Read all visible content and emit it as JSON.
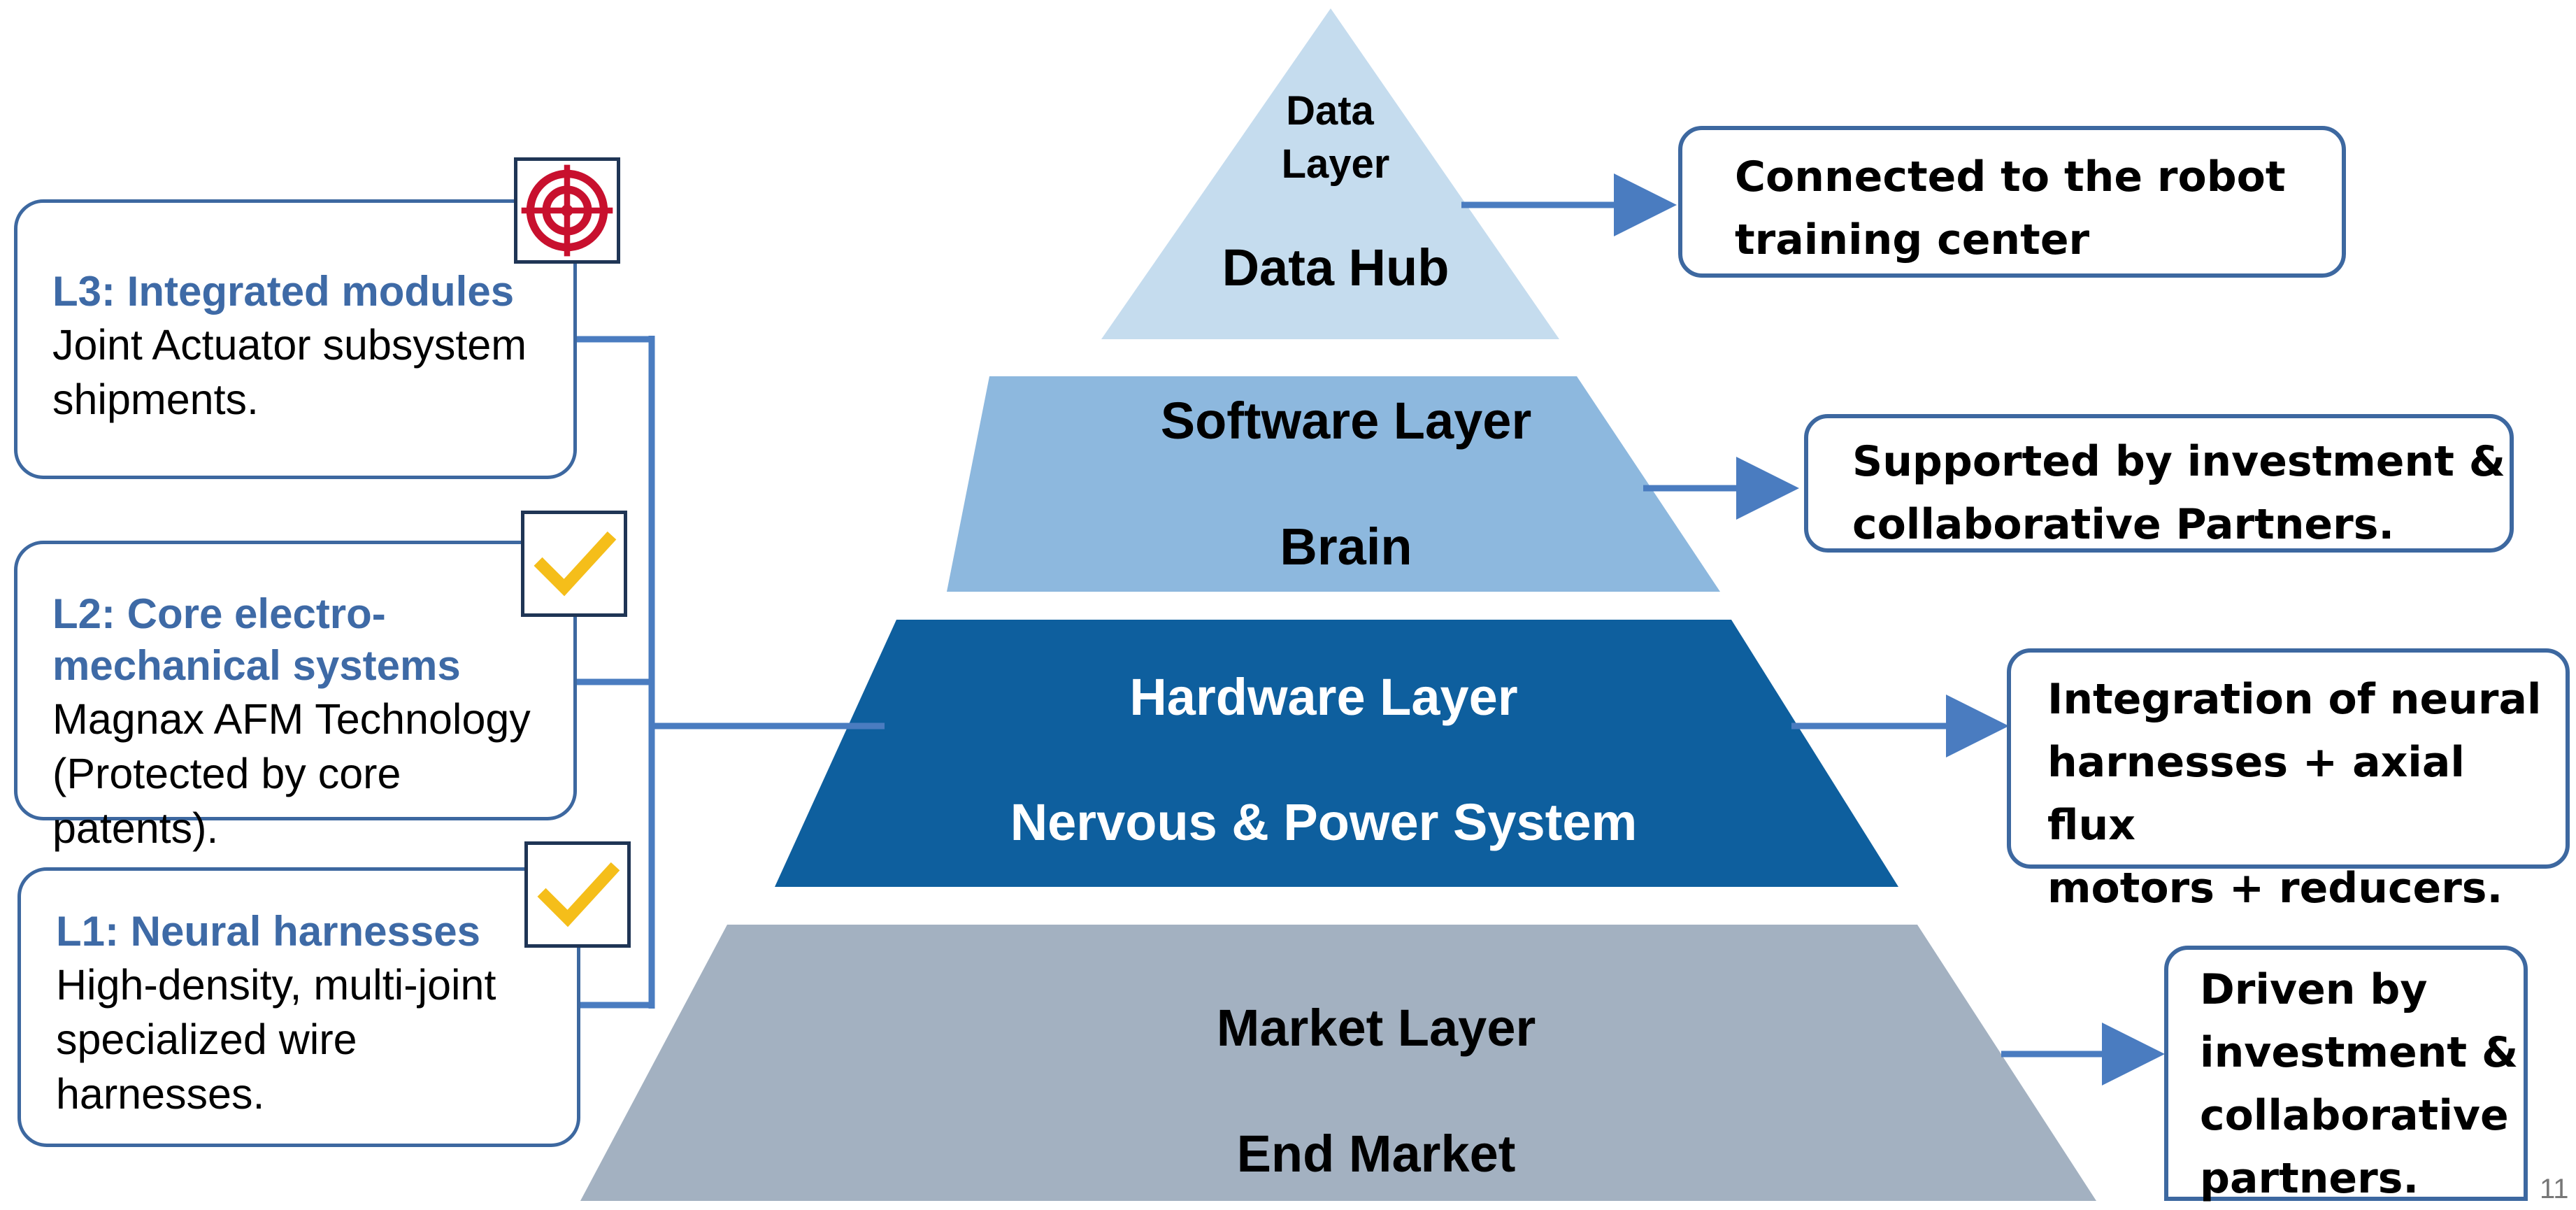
{
  "pyramid": {
    "data_layer": {
      "title": "Data\nLayer",
      "subtitle": "Data Hub",
      "color": "#c5dcee"
    },
    "software_layer": {
      "title": "Software Layer",
      "subtitle": "Brain",
      "color": "#8db8de"
    },
    "hardware_layer": {
      "title": "Hardware Layer",
      "subtitle": "Nervous & Power System",
      "color": "#0e5f9e"
    },
    "market_layer": {
      "title": "Market Layer",
      "subtitle": "End Market",
      "color": "#a3b1c1"
    }
  },
  "callouts": {
    "data": "Connected to the robot\ntraining center",
    "software": "Supported by investment &\ncollaborative Partners.",
    "hardware": "Integration of neural\nharnesses + axial flux\nmotors + reducers.",
    "market": "Driven by\ninvestment &\ncollaborative\npartners."
  },
  "levels": {
    "l3": {
      "title": "L3: Integrated modules",
      "desc": "Joint Actuator subsystem\nshipments.",
      "icon": "target-icon"
    },
    "l2": {
      "title": "L2: Core electro-\nmechanical systems",
      "desc": "Magnax AFM Technology\n(Protected by core patents).",
      "icon": "checkmark-icon"
    },
    "l1": {
      "title": "L1: Neural harnesses",
      "desc": "High-density, multi-joint\nspecialized wire\nharnesses.",
      "icon": "checkmark-icon"
    }
  },
  "page_number": "11",
  "colors": {
    "connector": "#4a7cc0",
    "border": "#3d68a0",
    "level_title": "#3e6aa6",
    "check": "#f5be1a",
    "target": "#c8102e"
  }
}
